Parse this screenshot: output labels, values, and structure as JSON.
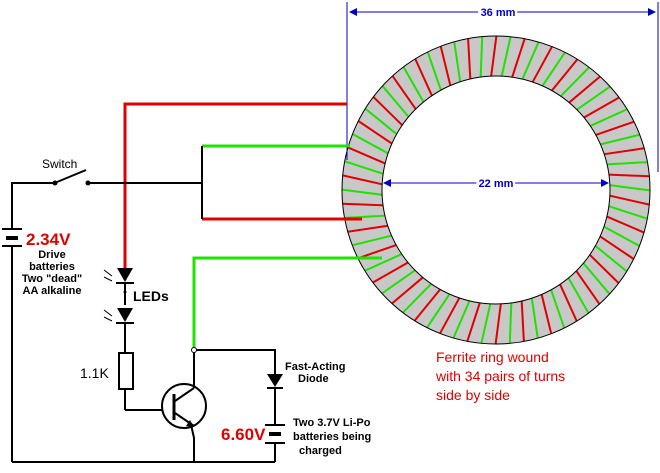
{
  "colors": {
    "red_wire": "#e00000",
    "green_wire": "#22e000",
    "black_wire": "#000000",
    "ring_fill": "#c8c8c8",
    "dimension_blue": "#0000c0",
    "voltage_red": "#e00000",
    "note_red": "#e00000"
  },
  "dimensions": {
    "outer": "36 mm",
    "inner": "22 mm"
  },
  "labels": {
    "switch": "Switch",
    "drive_voltage": "2.34V",
    "drive_line1": "Drive",
    "drive_line2": "batteries",
    "drive_line3": "Two \"dead\"",
    "drive_line4": "AA alkaline",
    "leds": "LEDs",
    "resistor": "1.1K",
    "diode_line1": "Fast-Acting",
    "diode_line2": "Diode",
    "charge_voltage": "6.60V",
    "charge_line1": "Two 3.7V Li-Po",
    "charge_line2": "batteries being",
    "charge_line3": "charged"
  },
  "note": {
    "line1": "Ferrite ring wound",
    "line2": "with 34 pairs of turns",
    "line3": "side by side"
  },
  "coil": {
    "turn_pairs": 34,
    "colors": [
      "red",
      "green"
    ]
  }
}
